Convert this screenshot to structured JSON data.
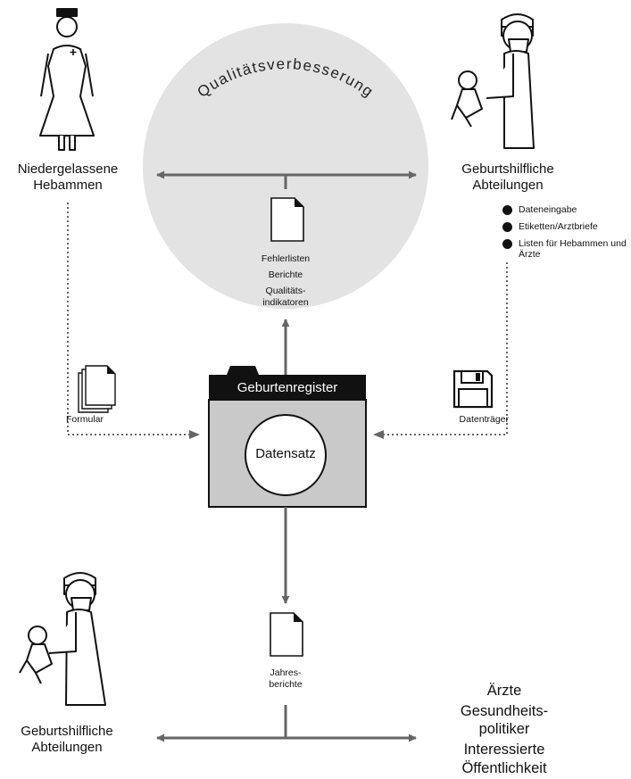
{
  "arc_title": "Qualitätsverbesserung",
  "midwives": {
    "line1": "Niedergelassene",
    "line2": "Hebammen"
  },
  "obstetric_top": {
    "line1": "Geburtshilfliche",
    "line2": "Abteilungen"
  },
  "obstetric_bottom": {
    "line1": "Geburtshilfliche",
    "line2": "Abteilungen"
  },
  "obstetric_services": [
    "Dateneingabe",
    "Etiketten/Arztbriefe",
    "Listen für Hebammen und Ärzte"
  ],
  "circle_documents": {
    "fehlerlisten": "Fehlerlisten",
    "berichte": "Berichte",
    "qualitaet_1": "Qualitäts-",
    "qualitaet_2": "indikatoren"
  },
  "formular": "Formular",
  "datentraeger": "Datenträger",
  "register": {
    "title": "Geburtenregister",
    "record": "Datensatz"
  },
  "annual": {
    "line1": "Jahres-",
    "line2": "berichte"
  },
  "audience": {
    "aerzte": "Ärzte",
    "gp1": "Gesundheits-",
    "gp2": "politiker",
    "oe1": "Interessierte",
    "oe2": "Öffentlichkeit"
  }
}
